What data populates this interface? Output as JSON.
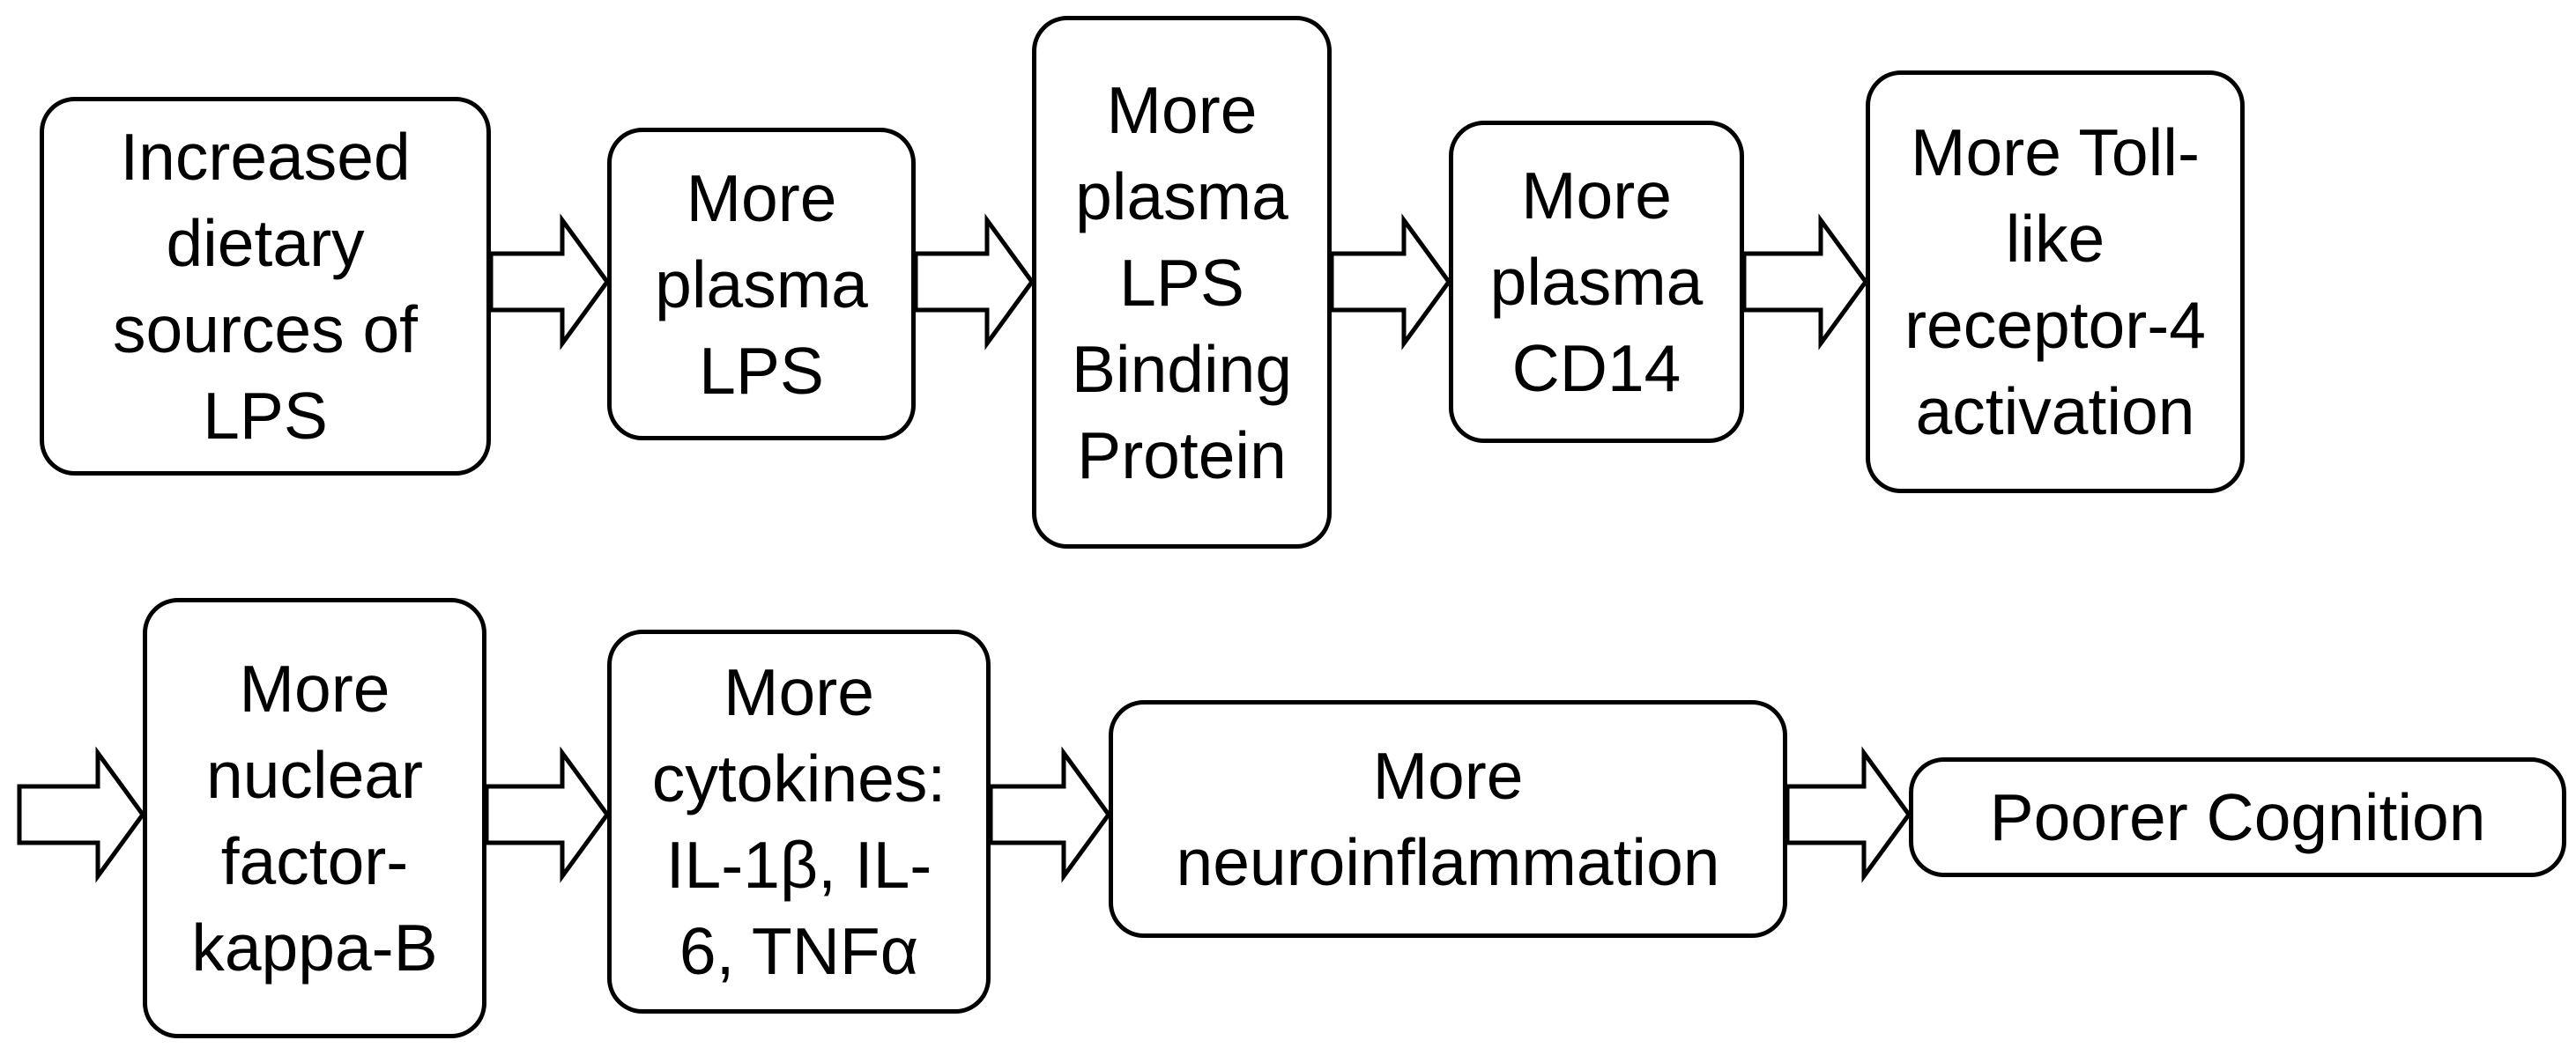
{
  "diagram": {
    "nodes": [
      {
        "id": "n1",
        "label": "Increased\ndietary\nsources of\nLPS"
      },
      {
        "id": "n2",
        "label": "More\nplasma\nLPS"
      },
      {
        "id": "n3",
        "label": "More\nplasma\nLPS\nBinding\nProtein"
      },
      {
        "id": "n4",
        "label": "More\nplasma\nCD14"
      },
      {
        "id": "n5",
        "label": "More Toll-\nlike\nreceptor-4\nactivation"
      },
      {
        "id": "n6",
        "label": "More\nnuclear\nfactor-\nkappa-B"
      },
      {
        "id": "n7",
        "label": "More\ncytokines:\nIL-1β, IL-\n6, TNFα"
      },
      {
        "id": "n8",
        "label": "More\nneuroinflammation"
      },
      {
        "id": "n9",
        "label": "Poorer Cognition"
      }
    ],
    "edges": [
      {
        "from": "n1",
        "to": "n2"
      },
      {
        "from": "n2",
        "to": "n3"
      },
      {
        "from": "n3",
        "to": "n4"
      },
      {
        "from": "n4",
        "to": "n5"
      },
      {
        "from": "n5",
        "to": "n6"
      },
      {
        "from": "n6",
        "to": "n7"
      },
      {
        "from": "n7",
        "to": "n8"
      },
      {
        "from": "n8",
        "to": "n9"
      }
    ]
  }
}
